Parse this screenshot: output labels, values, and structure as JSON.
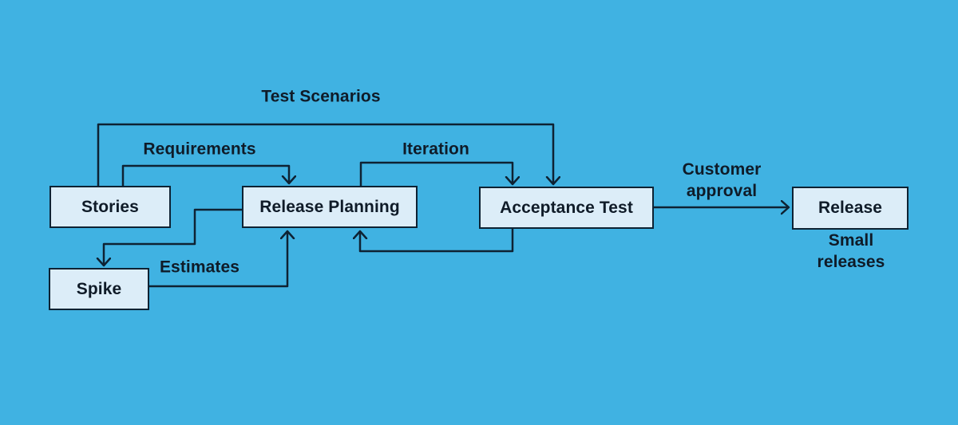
{
  "diagram": {
    "name": "xp-workflow-diagram",
    "colors": {
      "background": "#40b2e2",
      "node_fill": "#dcedf8",
      "ink": "#0e2233",
      "text": "#0f1b28"
    },
    "nodes": [
      {
        "id": "stories",
        "label": "Stories"
      },
      {
        "id": "release-planning",
        "label": "Release Planning"
      },
      {
        "id": "acceptance-test",
        "label": "Acceptance Test"
      },
      {
        "id": "release",
        "label": "Release"
      },
      {
        "id": "spike",
        "label": "Spike"
      }
    ],
    "edge_labels": [
      {
        "id": "test-scenarios",
        "label": "Test Scenarios"
      },
      {
        "id": "requirements",
        "label": "Requirements"
      },
      {
        "id": "iteration",
        "label": "Iteration"
      },
      {
        "id": "estimates",
        "label": "Estimates"
      },
      {
        "id": "customer-approval",
        "label": "Customer\napproval"
      },
      {
        "id": "small-releases",
        "label": "Small releases"
      }
    ],
    "edges": [
      {
        "from": "stories",
        "to": "acceptance-test",
        "label": "Test Scenarios"
      },
      {
        "from": "stories",
        "to": "release-planning",
        "label": "Requirements"
      },
      {
        "from": "release-planning",
        "to": "acceptance-test",
        "label": "Iteration"
      },
      {
        "from": "release-planning",
        "to": "spike",
        "label": ""
      },
      {
        "from": "spike",
        "to": "release-planning",
        "label": "Estimates"
      },
      {
        "from": "acceptance-test",
        "to": "release-planning",
        "label": ""
      },
      {
        "from": "acceptance-test",
        "to": "release",
        "label": "Customer approval"
      }
    ],
    "annotations": [
      {
        "near": "release",
        "label": "Small releases"
      }
    ]
  }
}
